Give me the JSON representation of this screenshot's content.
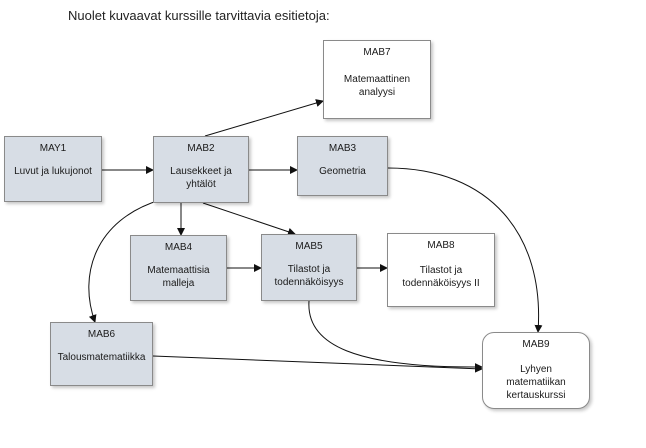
{
  "caption": "Nuolet kuvaavat kurssille tarvittavia esitietoja:",
  "nodes": [
    {
      "id": "MAY1",
      "code": "MAY1",
      "label": "Luvut ja lukujonot",
      "style": "grey"
    },
    {
      "id": "MAB2",
      "code": "MAB2",
      "label": "Lausekkeet ja yhtälöt",
      "style": "grey"
    },
    {
      "id": "MAB3",
      "code": "MAB3",
      "label": "Geometria",
      "style": "grey"
    },
    {
      "id": "MAB4",
      "code": "MAB4",
      "label": "Matemaattisia malleja",
      "style": "grey"
    },
    {
      "id": "MAB5",
      "code": "MAB5",
      "label": "Tilastot ja todennäköisyys",
      "style": "grey"
    },
    {
      "id": "MAB6",
      "code": "MAB6",
      "label": "Talousmatematiikka",
      "style": "grey"
    },
    {
      "id": "MAB7",
      "code": "MAB7",
      "label": "Matemaattinen analyysi",
      "style": "white"
    },
    {
      "id": "MAB8",
      "code": "MAB8",
      "label": "Tilastot ja todennäköisyys II",
      "style": "white"
    },
    {
      "id": "MAB9",
      "code": "MAB9",
      "label": "Lyhyen matematiikan kertauskurssi",
      "style": "white-rounded"
    }
  ],
  "edges": [
    {
      "from": "MAY1",
      "to": "MAB2"
    },
    {
      "from": "MAB2",
      "to": "MAB3"
    },
    {
      "from": "MAB2",
      "to": "MAB7"
    },
    {
      "from": "MAB2",
      "to": "MAB4"
    },
    {
      "from": "MAB2",
      "to": "MAB5"
    },
    {
      "from": "MAB2",
      "to": "MAB6"
    },
    {
      "from": "MAB4",
      "to": "MAB5"
    },
    {
      "from": "MAB5",
      "to": "MAB8"
    },
    {
      "from": "MAB5",
      "to": "MAB9"
    },
    {
      "from": "MAB3",
      "to": "MAB9"
    },
    {
      "from": "MAB6",
      "to": "MAB9"
    }
  ]
}
